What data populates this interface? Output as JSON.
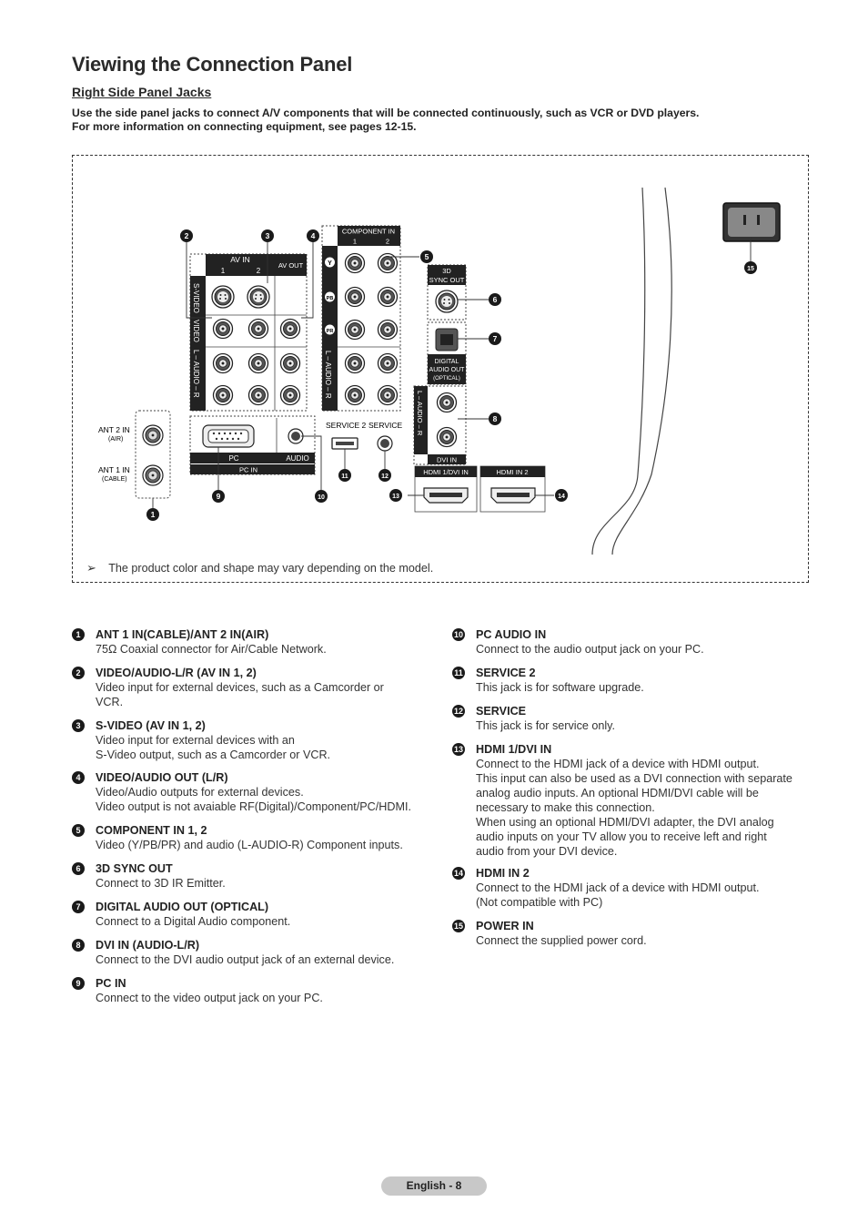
{
  "title": "Viewing the Connection Panel",
  "section": "Right Side Panel Jacks",
  "intro_lines": [
    "Use the side panel jacks to connect A/V components that will be connected continuously, such as VCR or DVD players.",
    "For more information on connecting equipment, see pages 12-15."
  ],
  "diagram": {
    "labels": {
      "ant2": "ANT 2 IN",
      "air": "(AIR)",
      "ant1": "ANT 1 IN",
      "cable": "(CABLE)",
      "av_in": "AV IN",
      "av_out": "AV OUT",
      "one": "1",
      "two": "2",
      "svideo": "S-VIDEO",
      "video": "VIDEO",
      "audio_lr": "L – AUDIO – R",
      "component_in": "COMPONENT IN",
      "y": "Y",
      "pb": "PB",
      "pr": "PR",
      "sync_3d_a": "3D",
      "sync_3d_b": "SYNC OUT",
      "digital_a": "DIGITAL",
      "digital_b": "AUDIO OUT",
      "digital_c": "(OPTICAL)",
      "audio_v": "L – AUDIO – R",
      "dvi_in": "DVI IN",
      "pc": "PC",
      "audio": "AUDIO",
      "pc_in": "PC IN",
      "service2": "SERVICE 2",
      "service": "SERVICE",
      "hdmi1": "HDMI 1/DVI IN",
      "hdmi2": "HDMI IN 2"
    },
    "callouts": [
      "1",
      "2",
      "3",
      "4",
      "5",
      "6",
      "7",
      "8",
      "9",
      "10",
      "11",
      "12",
      "13",
      "14",
      "15"
    ]
  },
  "note": {
    "arrow": "➢",
    "text": "The product color and shape may vary depending on the model."
  },
  "left_items": [
    {
      "num": "1",
      "title": "ANT 1 IN(CABLE)/ANT 2 IN(AIR)",
      "lines": [
        "75Ω Coaxial connector for Air/Cable Network."
      ]
    },
    {
      "num": "2",
      "title": "VIDEO/AUDIO-L/R (AV IN 1, 2)",
      "lines": [
        "Video input for external devices, such as a Camcorder or",
        "VCR."
      ]
    },
    {
      "num": "3",
      "title": "S-VIDEO (AV IN 1, 2)",
      "lines": [
        "Video input for external devices with an",
        "S-Video output, such as a Camcorder or VCR."
      ]
    },
    {
      "num": "4",
      "title": "VIDEO/AUDIO OUT (L/R)",
      "lines": [
        "Video/Audio outputs for external devices.",
        "Video output is not avaiable RF(Digital)/Component/PC/HDMI."
      ]
    },
    {
      "num": "5",
      "title": "COMPONENT IN 1, 2",
      "lines": [
        "Video (Y/PB/PR) and audio (L-AUDIO-R) Component inputs."
      ]
    },
    {
      "num": "6",
      "title": "3D SYNC OUT",
      "lines": [
        "Connect to 3D IR Emitter."
      ]
    },
    {
      "num": "7",
      "title": "DIGITAL AUDIO OUT (OPTICAL)",
      "lines": [
        "Connect to a Digital Audio component."
      ]
    },
    {
      "num": "8",
      "title": "DVI IN (AUDIO-L/R)",
      "lines": [
        "Connect to the DVI audio output jack of an external device."
      ]
    },
    {
      "num": "9",
      "title": "PC IN",
      "lines": [
        "Connect to the video output jack on your PC."
      ]
    }
  ],
  "right_items": [
    {
      "num": "10",
      "title": "PC AUDIO IN",
      "lines": [
        "Connect to the audio output jack on your PC."
      ]
    },
    {
      "num": "11",
      "title": "SERVICE 2",
      "lines": [
        "This jack is for software upgrade."
      ]
    },
    {
      "num": "12",
      "title": "SERVICE",
      "lines": [
        "This jack is for service only."
      ]
    },
    {
      "num": "13",
      "title": "HDMI 1/DVI IN",
      "lines": [
        "Connect to the HDMI jack of a device with HDMI output.",
        "This input can also be used as a DVI connection with separate",
        "analog audio inputs. An optional HDMI/DVI cable will be",
        "necessary to make this connection.",
        "When using an optional HDMI/DVI adapter, the DVI analog",
        "audio inputs on your TV allow you to receive left and right",
        "audio from your DVI device."
      ]
    },
    {
      "num": "14",
      "title": "HDMI IN 2",
      "lines": [
        "Connect to the HDMI jack of a device with HDMI output.",
        "(Not compatible with PC)"
      ]
    },
    {
      "num": "15",
      "title": "POWER IN",
      "lines": [
        "Connect the supplied power cord."
      ]
    }
  ],
  "footer": "English - 8"
}
